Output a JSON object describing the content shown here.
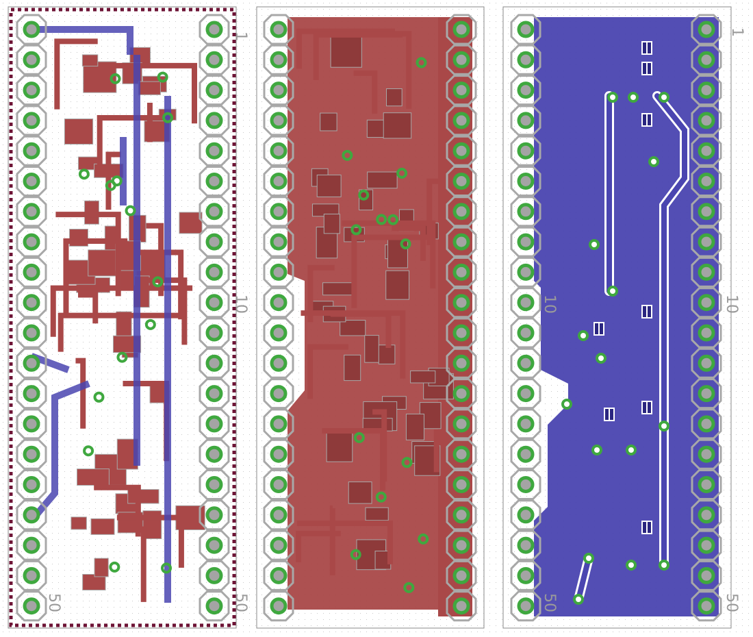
{
  "boards": [
    {
      "id": "combined",
      "labels": {
        "pin1": "1",
        "pin10": "10",
        "pin50_left": "50",
        "pin50_right": "50"
      }
    },
    {
      "id": "top",
      "labels": {}
    },
    {
      "id": "bottom",
      "labels": {
        "pin1": "1",
        "pin10_left": "10",
        "pin10_right": "10",
        "pin50_left": "50",
        "pin50_right": "50"
      }
    }
  ],
  "pads_per_column": 20,
  "colors": {
    "top_copper": "#a94848",
    "bottom_copper": "#4a45b0",
    "via_ring": "#3fa83f",
    "pad_hole": "#a4a4a4",
    "silkscreen": "#a8a8a8",
    "dimension": "#6e1436"
  }
}
